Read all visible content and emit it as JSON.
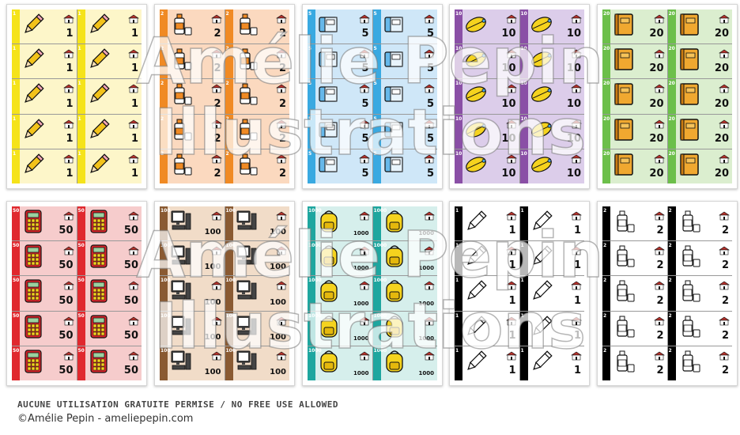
{
  "sheets": [
    {
      "value": "1",
      "icon": "pencil-icon",
      "bg": "#fdf6c9",
      "stripe": "#f5e31a",
      "mono": false,
      "icon_color": "#f2c21a"
    },
    {
      "value": "2",
      "icon": "glue-bottle-icon",
      "bg": "#fbd9bf",
      "stripe": "#f08a24",
      "mono": false,
      "icon_color": "#f08a24"
    },
    {
      "value": "5",
      "icon": "eraser-icon",
      "bg": "#cfe7f8",
      "stripe": "#39a9e1",
      "mono": false,
      "icon_color": "#66b8ea"
    },
    {
      "value": "10",
      "icon": "pencil-case-icon",
      "bg": "#dccdea",
      "stripe": "#8a4fa6",
      "mono": false,
      "icon_color": "#f5d31e"
    },
    {
      "value": "20",
      "icon": "book-icon",
      "bg": "#dbeecf",
      "stripe": "#6cbf4a",
      "mono": false,
      "icon_color": "#f0a830"
    },
    {
      "value": "50",
      "icon": "calculator-icon",
      "bg": "#f6cccc",
      "stripe": "#e0282e",
      "mono": false,
      "icon_color": "#d8242a"
    },
    {
      "value": "100",
      "icon": "computer-icon",
      "bg": "#f1dcc8",
      "stripe": "#8a5a32",
      "mono": false,
      "icon_color": "#333333"
    },
    {
      "value": "1000",
      "icon": "backpack-icon",
      "bg": "#d6efec",
      "stripe": "#1ea69f",
      "mono": false,
      "icon_color": "#f5d31e"
    },
    {
      "value": "1",
      "icon": "pencil-icon",
      "bg": "#ffffff",
      "stripe": "#000000",
      "mono": true,
      "icon_color": "#ffffff"
    },
    {
      "value": "2",
      "icon": "glue-bottle-icon",
      "bg": "#ffffff",
      "stripe": "#000000",
      "mono": true,
      "icon_color": "#ffffff"
    }
  ],
  "watermark": {
    "line1": "Amélie Pepin",
    "line2": "Illustrations"
  },
  "footer": {
    "notice": "AUCUNE UTILISATION GRATUITE PERMISE / NO FREE USE ALLOWED",
    "credit": "©Amélie Pepin - ameliepepin.com"
  }
}
